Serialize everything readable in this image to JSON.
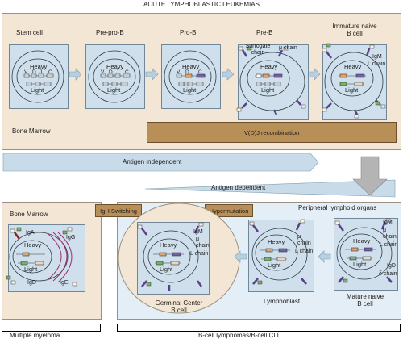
{
  "title": "ACUTE LYMPHOBLASTIC LEUKEMIAS",
  "top": {
    "stages": [
      {
        "label": "Stem cell"
      },
      {
        "label": "Pre-pro-B"
      },
      {
        "label": "Pro-B"
      },
      {
        "label": "Pre-B"
      },
      {
        "label": "Immature naive\nB cell"
      }
    ],
    "bone_marrow": "Bone Marrow",
    "vdj": "V(D)J recombination",
    "surrogate_chain": "Surrogate\nchain",
    "mu_chain": "μ chain",
    "igm": "IgM",
    "l_chain": "L chain"
  },
  "gene": {
    "heavy": "Heavy",
    "light": "Light",
    "v": "V",
    "d": "D",
    "j": "J",
    "c": "C"
  },
  "arrows": {
    "antigen_independent": "Antigen independent",
    "antigen_dependent": "Antigen dependent"
  },
  "bottom": {
    "bone_marrow": "Bone Marrow",
    "igh_switching": "IgH Switching",
    "hypermutation": "Hypermutation",
    "peripheral": "Peripheral lymphoid organs",
    "germinal_center": "Germinal Center\nB cell",
    "lymphoblast": "Lymphoblast",
    "mature_naive": "Mature naive\nB cell",
    "iga": "IgA",
    "igg": "IgG",
    "igd": "IgD",
    "ige": "IgE",
    "igm": "IgM",
    "mu_chain": "μ\nchain",
    "l_chain": "L chain",
    "delta_chain": "δ chain"
  },
  "footer": {
    "multiple_myeloma": "Multiple myeloma",
    "bcell_lymphomas": "B-cell lymphomas/B-cell CLL"
  }
}
